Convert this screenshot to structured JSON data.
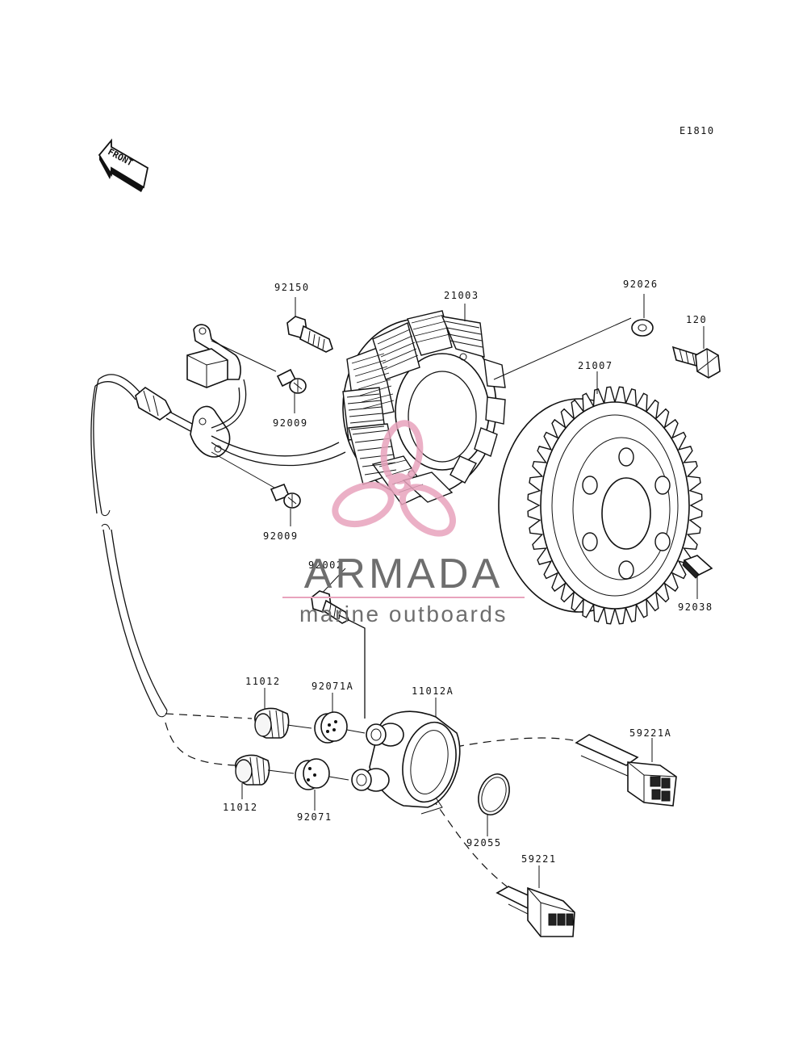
{
  "diagram": {
    "code": "E1810",
    "front_label": "FRONT",
    "watermark": {
      "brand": "ARMADA",
      "tagline": "marine outboards",
      "color": "#e8a3bd",
      "text_color": "#6e6e6e"
    },
    "parts": [
      {
        "id": "p92150",
        "label": "92150"
      },
      {
        "id": "p21003",
        "label": "21003"
      },
      {
        "id": "p92026",
        "label": "92026"
      },
      {
        "id": "p120",
        "label": "120"
      },
      {
        "id": "p21007",
        "label": "21007"
      },
      {
        "id": "p92009a",
        "label": "92009"
      },
      {
        "id": "p92009b",
        "label": "92009"
      },
      {
        "id": "p92002",
        "label": "92002"
      },
      {
        "id": "p92038",
        "label": "92038"
      },
      {
        "id": "p11012a",
        "label": "11012"
      },
      {
        "id": "p92071A",
        "label": "92071A"
      },
      {
        "id": "p11012A",
        "label": "11012A"
      },
      {
        "id": "p59221A",
        "label": "59221A"
      },
      {
        "id": "p11012b",
        "label": "11012"
      },
      {
        "id": "p92071",
        "label": "92071"
      },
      {
        "id": "p92055",
        "label": "92055"
      },
      {
        "id": "p59221",
        "label": "59221"
      }
    ]
  }
}
